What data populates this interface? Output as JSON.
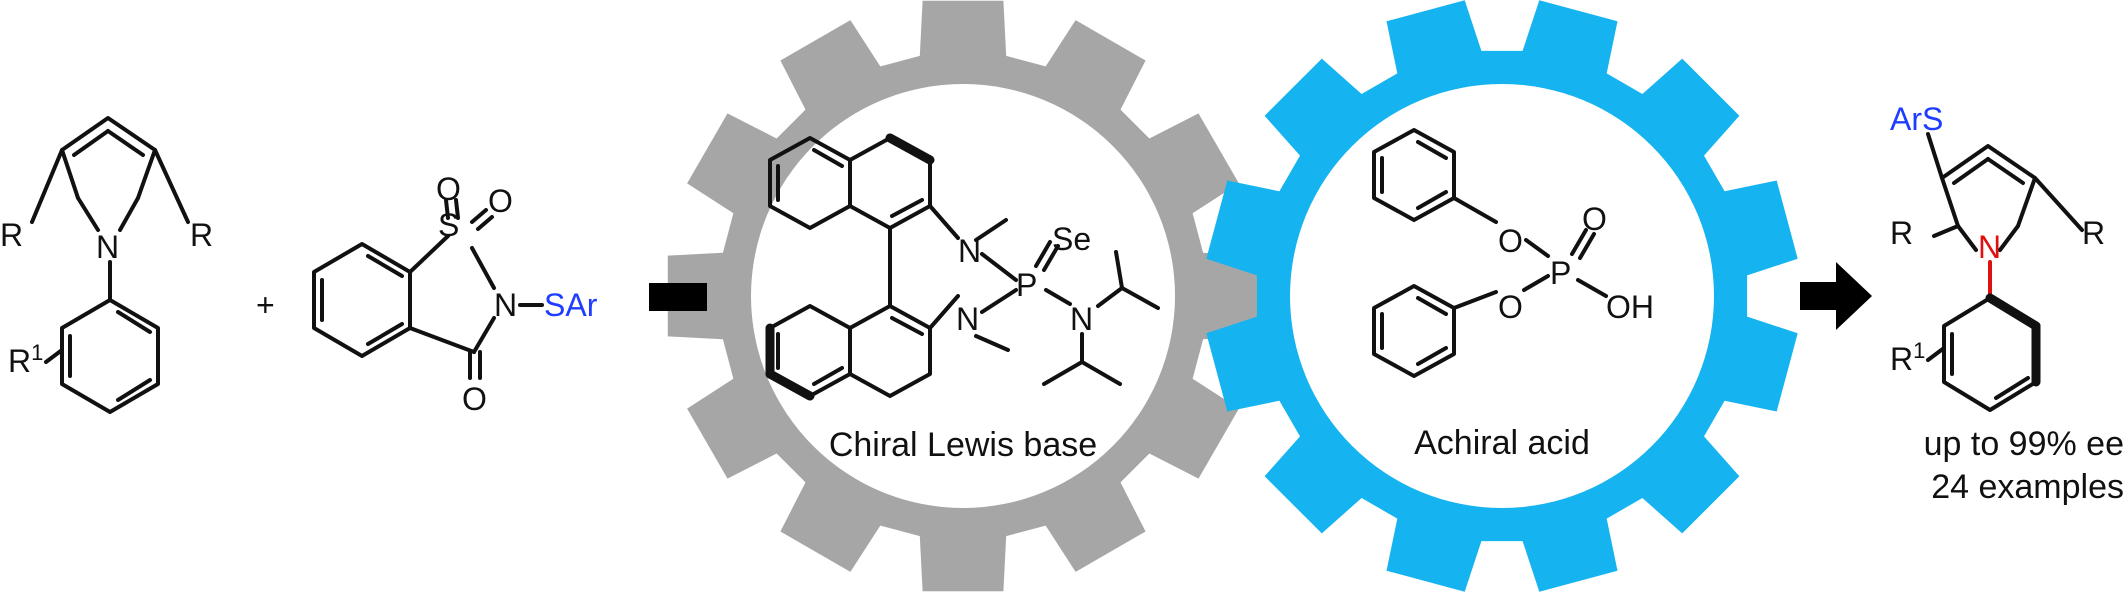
{
  "colors": {
    "gear_gray": "#a6a6a6",
    "gear_blue": "#15b4f0",
    "accent_blue": "#1f3dff",
    "nitrogen_red": "#e01010"
  },
  "reactants": {
    "pyrrole": {
      "r_left": "R",
      "r_right": "R",
      "n": "N",
      "r1": "R1"
    },
    "plus": "+",
    "reagent": {
      "s": "S",
      "o_top_left": "O",
      "o_top_right": "O",
      "n": "N",
      "sar": "SAr",
      "o_bottom": "O"
    }
  },
  "gears": {
    "left": {
      "caption": "Chiral Lewis base",
      "atoms": {
        "n_top": "N",
        "n_bottom": "N",
        "p": "P",
        "se": "Se",
        "n_ipr": "N"
      }
    },
    "right": {
      "caption": "Achiral acid",
      "atoms": {
        "o1": "O",
        "o2": "O",
        "p": "P",
        "o_double": "O",
        "oh": "OH"
      }
    }
  },
  "product": {
    "ars": "ArS",
    "r_left": "R",
    "r_right": "R",
    "n": "N",
    "r1": "R1",
    "result_line1": "up to 99% ee",
    "result_line2": "24 examples"
  }
}
